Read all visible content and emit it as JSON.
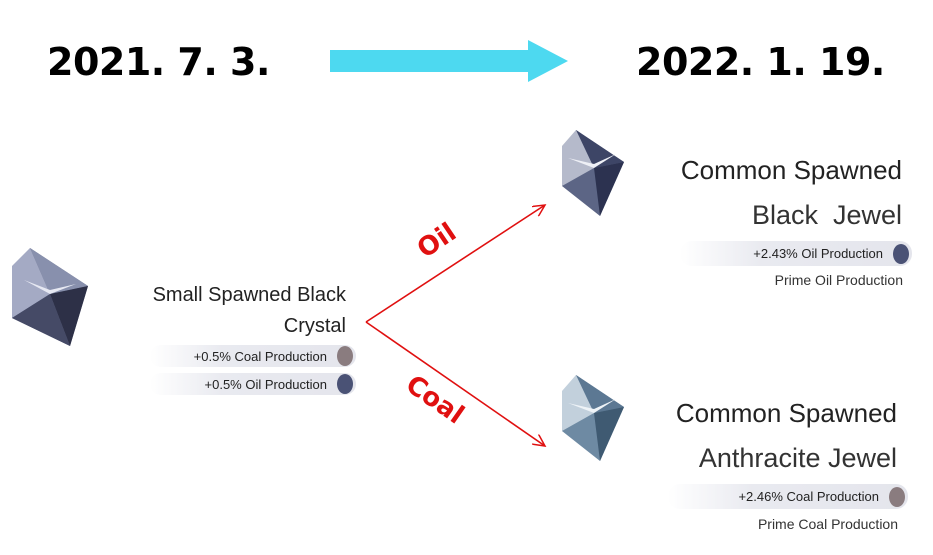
{
  "header": {
    "date_from": "2021. 7. 3.",
    "date_to": "2022. 1. 19.",
    "arrow_color": "#4dd9f0"
  },
  "source": {
    "title_line1": "Small Spawned Black",
    "title_line2": "Crystal",
    "stats": [
      {
        "text": "+0.5%  Coal Production",
        "color": "#8a7c7f"
      },
      {
        "text": "+0.5%  Oil Production",
        "color": "#4a5275"
      }
    ]
  },
  "branches": {
    "oil_label": "Oil",
    "coal_label": "Coal",
    "line_color": "#e01010"
  },
  "targets": [
    {
      "title_line1": "Common Spawned",
      "title_line2": "Black  Jewel",
      "stat": "+2.43% Oil Production",
      "stat_color": "#4a5275",
      "sub": "Prime Oil Production"
    },
    {
      "title_line1": "Common Spawned",
      "title_line2": "Anthracite Jewel",
      "stat": "+2.46% Coal Production",
      "stat_color": "#8a7c7f",
      "sub": "Prime Coal Production"
    }
  ]
}
